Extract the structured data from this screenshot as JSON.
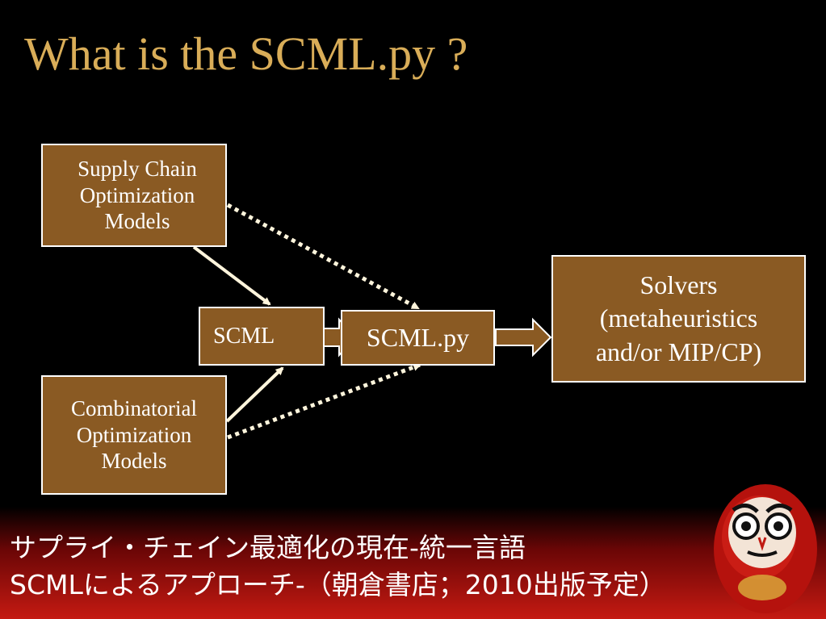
{
  "title": "What is the SCML.py ?",
  "boxes": {
    "scm_models": "Supply Chain\nOptimization\nModels",
    "co_models": "Combinatorial\nOptimization\nModels",
    "scml": "SCML",
    "scml_py": "SCML.py",
    "solvers": "Solvers\n(metaheuristics\nand/or MIP/CP)"
  },
  "footer": {
    "line1": "サプライ・チェイン最適化の現在-統一言語",
    "line2": "SCMLによるアプローチ-（朝倉書店；2010出版予定）"
  },
  "colors": {
    "title": "#d9ad58",
    "box_fill": "#8a5a23",
    "box_border": "#ffffff",
    "arrow": "#fff5dc",
    "footer_red": "#c51a12"
  },
  "icons": {
    "mascot": "daruma-doll-icon"
  }
}
